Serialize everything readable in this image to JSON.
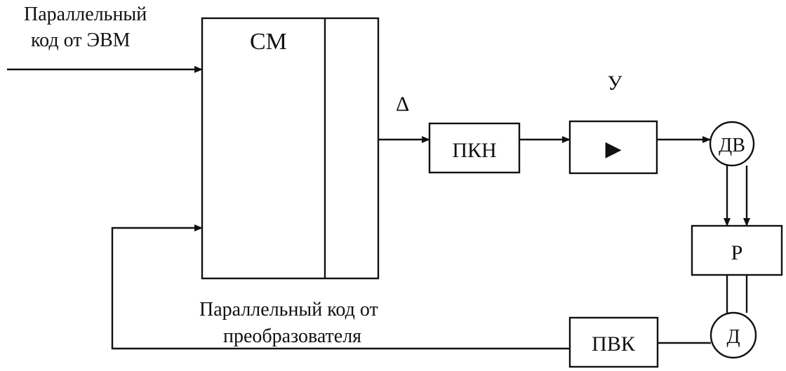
{
  "diagram": {
    "input_label": {
      "line1": "Параллельный",
      "line2": "код от ЭВМ"
    },
    "feedback_label": {
      "line1": "Параллельный код от",
      "line2": "преобразователя"
    },
    "blocks": {
      "sm": "СМ",
      "pkn": "ПКН",
      "amp": "У",
      "motor": "ДВ",
      "reducer": "Р",
      "sensor": "Д",
      "pvk": "ПВК"
    },
    "delta_label": "Δ",
    "amp_symbol": "▶",
    "colors": {
      "ink": "#111111",
      "background": "#ffffff"
    }
  }
}
